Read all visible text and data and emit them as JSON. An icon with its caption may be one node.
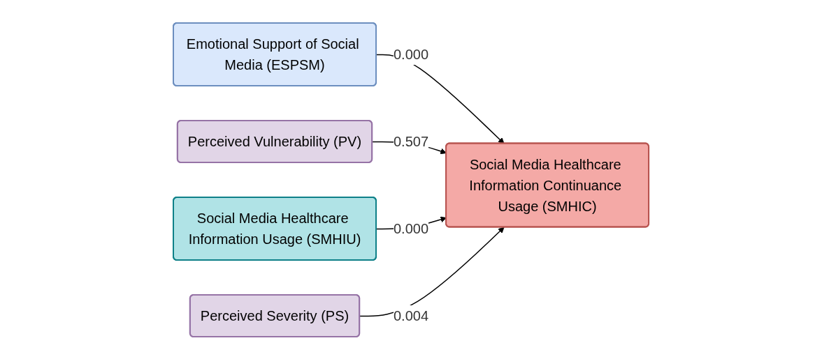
{
  "diagram": {
    "nodes": [
      {
        "text": [
          "Emotional Support of Social Media (ESPSM)"
        ]
      },
      {
        "text": [
          "Perceived Vulnerability (PV)"
        ]
      },
      {
        "text": [
          "Social Media Healthcare Information Continuance Usage (SMHIC)"
        ]
      },
      {
        "text": [
          "Social Media Healthcare Information Usage (SMHIU)"
        ]
      },
      {
        "text": [
          "Perceived Severity (PS)"
        ]
      }
    ],
    "edges": [
      {
        "from": 0,
        "to": 2,
        "arrow": "to",
        "label": "0.000"
      },
      {
        "from": 1,
        "to": 2,
        "arrow": "to",
        "label": "0.507"
      },
      {
        "from": 3,
        "to": 2,
        "arrow": "to",
        "label": "0.000"
      },
      {
        "from": 4,
        "to": 2,
        "arrow": "to",
        "label": "0.004"
      }
    ]
  }
}
